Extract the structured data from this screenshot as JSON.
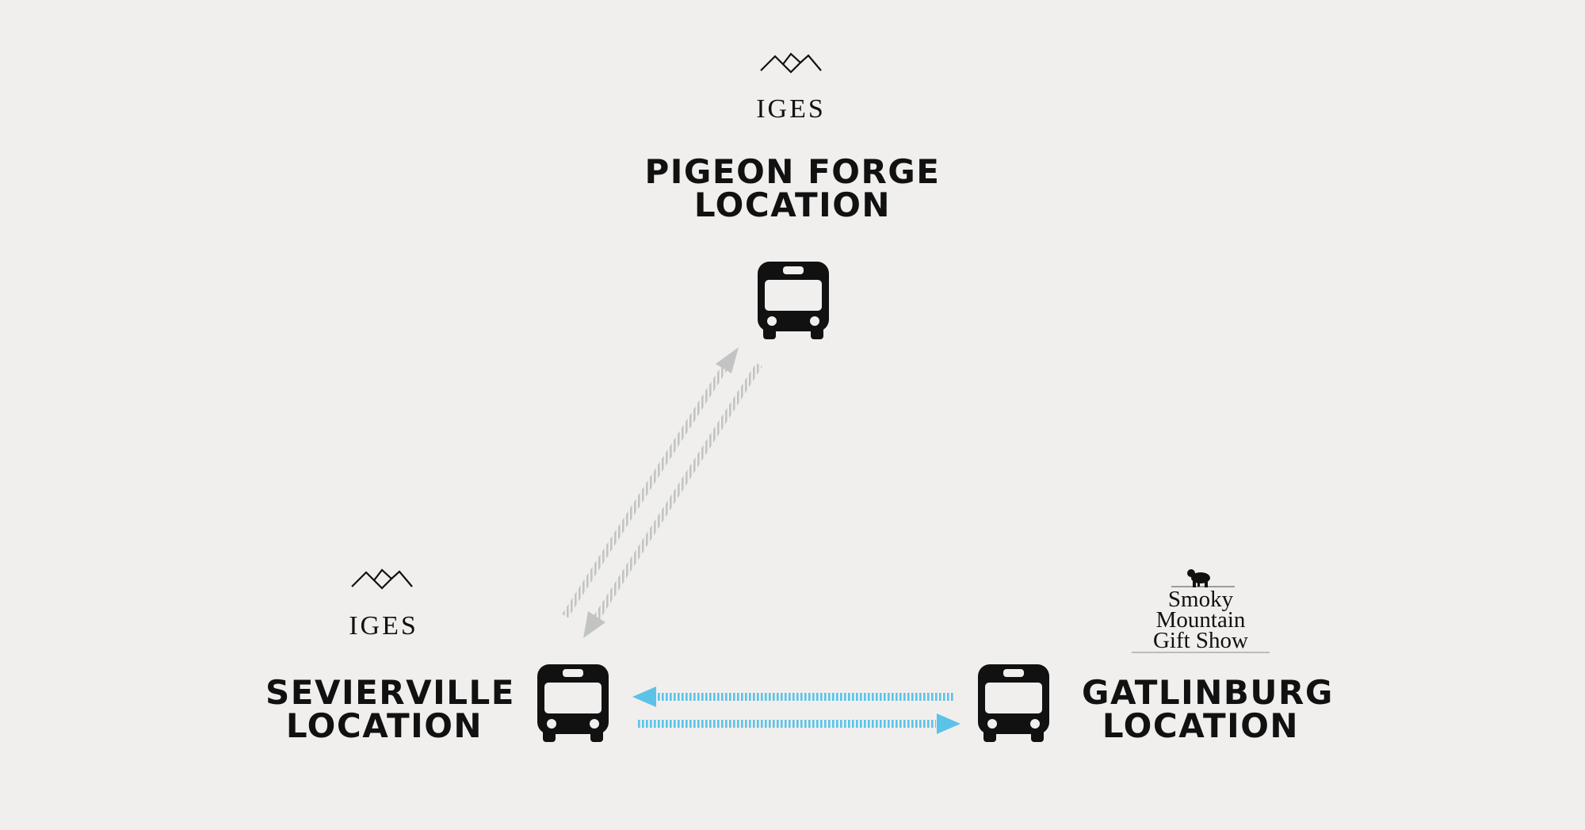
{
  "locations": {
    "pigeon_forge": {
      "logo_text": "IGES",
      "label_line1": "PIGEON FORGE",
      "label_line2": "LOCATION"
    },
    "sevierville": {
      "logo_text": "IGES",
      "label_line1": "SEVIERVILLE",
      "label_line2": "LOCATION"
    },
    "gatlinburg": {
      "logo_line1": "Smoky",
      "logo_line2": "Mountain",
      "logo_line3": "Gift Show",
      "label_line1": "GATLINBURG",
      "label_line2": "LOCATION"
    }
  },
  "colors": {
    "background": "#f0efed",
    "text": "#111111",
    "bus": "#111111",
    "arrow_gray": "#c2c4c3",
    "arrow_blue": "#5bc3e8"
  },
  "icons": [
    "bus-icon",
    "mountain-logo-icon",
    "bear-icon",
    "arrow-icon"
  ]
}
